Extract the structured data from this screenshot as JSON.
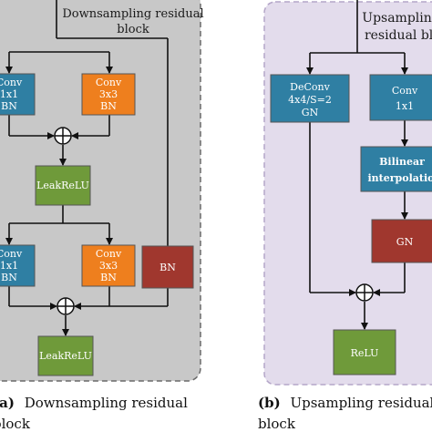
{
  "panel_a": {
    "title_lines": [
      "Downsampling residual",
      "block"
    ],
    "conv1": [
      "Conv",
      "1x1",
      "BN"
    ],
    "conv2": [
      "Conv",
      "3x3",
      "BN"
    ],
    "leakrelu1": "LeakReLU",
    "conv3": [
      "Conv",
      "1x1",
      "BN"
    ],
    "conv4": [
      "Conv",
      "3x3",
      "BN"
    ],
    "bn": "BN",
    "leakrelu2": "LeakReLU",
    "caption_tag": "(a)",
    "caption_lines": [
      "Downsampling residual",
      "block"
    ]
  },
  "panel_b": {
    "title_lines": [
      "Upsampling",
      "residual block"
    ],
    "deconv": [
      "DeConv",
      "4x4/S=2",
      "GN"
    ],
    "conv": [
      "Conv",
      "1x1"
    ],
    "bilinear": [
      "Bilinear",
      "interpolation"
    ],
    "gn": "GN",
    "relu": "ReLU",
    "caption_tag": "(b)",
    "caption_lines": [
      "Upsampling residual",
      "block"
    ]
  },
  "colors": {
    "panel_a_bg": "#c8c8c8",
    "panel_b_bg": "#e3dcec",
    "panel_b_border": "#b4a6c8",
    "conv_blue": "#2f7fa3",
    "conv_orange": "#ee7f1e",
    "leakrelu_green": "#6f9a3a",
    "bn_red": "#a0372e",
    "border_gray": "#6a6a6a"
  }
}
